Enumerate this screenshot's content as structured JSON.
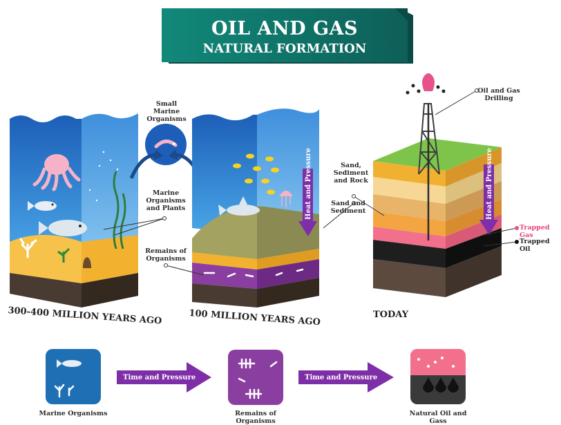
{
  "title": {
    "line1": "OIL AND GAS",
    "line2": "NATURAL FORMATION"
  },
  "eras": [
    {
      "label": "300-400 MILLION YEARS AGO"
    },
    {
      "label": "100 MILLION YEARS AGO"
    },
    {
      "label": "TODAY"
    }
  ],
  "labels": {
    "small_marine_organisms": "Small Marine Organisms",
    "marine_organisms_plants": "Marine Organisms and Plants",
    "remains_of_organisms": "Remains of Organisms",
    "sand_sediment_rock": "Sand, Sediment and Rock",
    "sand_and_sediment": "Sand and Sediment",
    "heat_and_pressure": "Heat and Pressure",
    "oil_gas_drilling": "Oil and Gas Drilling",
    "trapped_gas": "Trapped Gas",
    "trapped_oil": "Trapped Oil"
  },
  "process": {
    "steps": [
      {
        "label": "Marine Organisms",
        "icon": "fish-coral-icon",
        "color": "#1f6fb5"
      },
      {
        "label": "Remains of Organisms",
        "icon": "fish-skeleton-icon",
        "color": "#8a3fa0"
      },
      {
        "label": "Natural Oil and Gass",
        "icon": "oil-drops-icon",
        "color": "#3a3a3a"
      }
    ],
    "arrows": [
      {
        "label": "Time and Pressure"
      },
      {
        "label": "Time and Pressure"
      }
    ]
  },
  "colors": {
    "banner": "#1a7d6e",
    "ocean": "#2b7fd4",
    "sand": "#f2b230",
    "remains": "#7d2e96",
    "arrow": "#7e2fa8",
    "trapped_gas": "#e6457a"
  }
}
